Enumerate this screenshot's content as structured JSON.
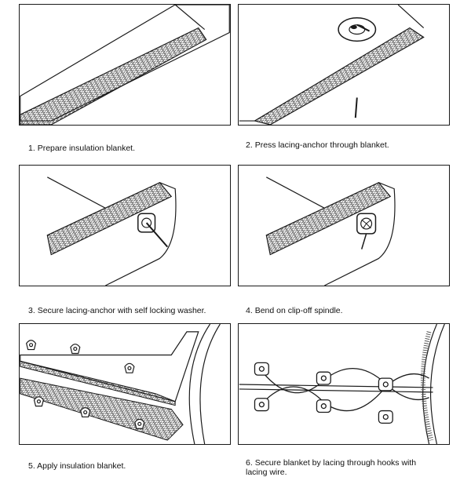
{
  "steps": [
    {
      "number": "1.",
      "caption": "Prepare insulation blanket."
    },
    {
      "number": "2.",
      "caption": "Press lacing-anchor through blanket."
    },
    {
      "number": "3.",
      "caption": "Secure lacing-anchor with self locking washer."
    },
    {
      "number": "4.",
      "caption": "Bend on clip-off spindle."
    },
    {
      "number": "5.",
      "caption": "Apply insulation blanket."
    },
    {
      "number": "6.",
      "caption": "Secure blanket by lacing through hooks with\nlacing wire."
    }
  ],
  "colors": {
    "ink": "#1a1a1a",
    "paper": "#ffffff"
  }
}
